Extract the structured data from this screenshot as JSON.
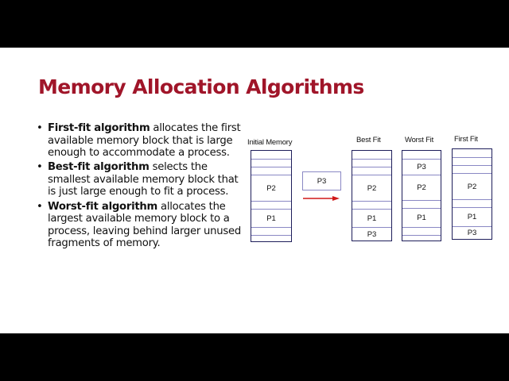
{
  "slide": {
    "title": "Memory Allocation Algorithms",
    "title_color": "#A01529",
    "bullets": [
      {
        "term": "First-fit algorithm",
        "text": " allocates the first available memory block that is large enough to accommodate a process."
      },
      {
        "term": "Best-fit algorithm",
        "text": " selects the smallest available memory block that is just large enough to fit a process."
      },
      {
        "term": "Worst-fit algorithm",
        "text": " allocates the largest available memory block to a process, leaving behind larger unused fragments of memory."
      }
    ]
  },
  "diagram": {
    "incoming_process": "P3",
    "arrow_color": "#D01818",
    "columns": [
      {
        "label": "Initial Memory",
        "segments": [
          "",
          "",
          "",
          "P2",
          "",
          "P1",
          "",
          ""
        ]
      },
      {
        "label": "Best Fit",
        "segments": [
          "",
          "",
          "",
          "P2",
          "",
          "P1",
          "P3"
        ]
      },
      {
        "label": "Worst Fit",
        "segments": [
          "",
          "P3",
          "P2",
          "",
          "P1",
          "",
          ""
        ]
      },
      {
        "label": "First Fit",
        "segments": [
          "",
          "",
          "",
          "P2",
          "",
          "P1",
          "P3"
        ]
      }
    ]
  }
}
